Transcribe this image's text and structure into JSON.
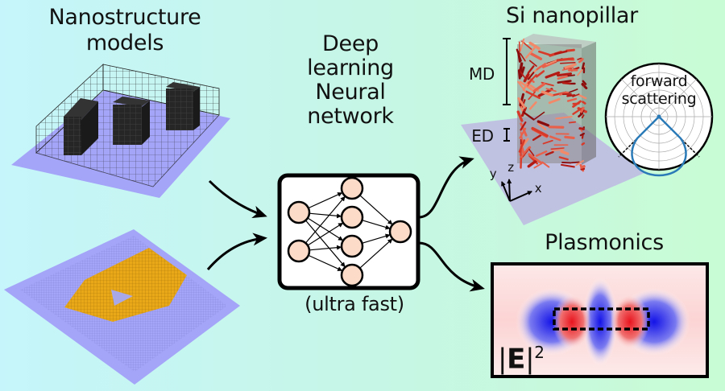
{
  "titles": {
    "nanostructure_line1": "Nanostructure",
    "nanostructure_line2": "models",
    "dl_line1": "Deep",
    "dl_line2": "learning",
    "dl_line3": "Neural",
    "dl_line4": "network",
    "speed_note": "(ultra fast)",
    "si_title": "Si nanopillar",
    "plasmonics_title": "Plasmonics"
  },
  "si_panel": {
    "md_label": "MD",
    "ed_label": "ED",
    "axis_x": "x",
    "axis_y": "y",
    "axis_z": "z",
    "polar_line1": "forward",
    "polar_line2": "scattering"
  },
  "plasmonics_panel": {
    "field_label": "E",
    "exponent": "2"
  },
  "colors": {
    "substrate": "#a4a4f8",
    "gold": "#e8a818",
    "neuron": "#fcdcc8",
    "polar_curve": "#2a7ab8",
    "field_red": "#e8141e",
    "field_blue": "#1414e8"
  },
  "network": {
    "layers": [
      2,
      4,
      1
    ]
  }
}
